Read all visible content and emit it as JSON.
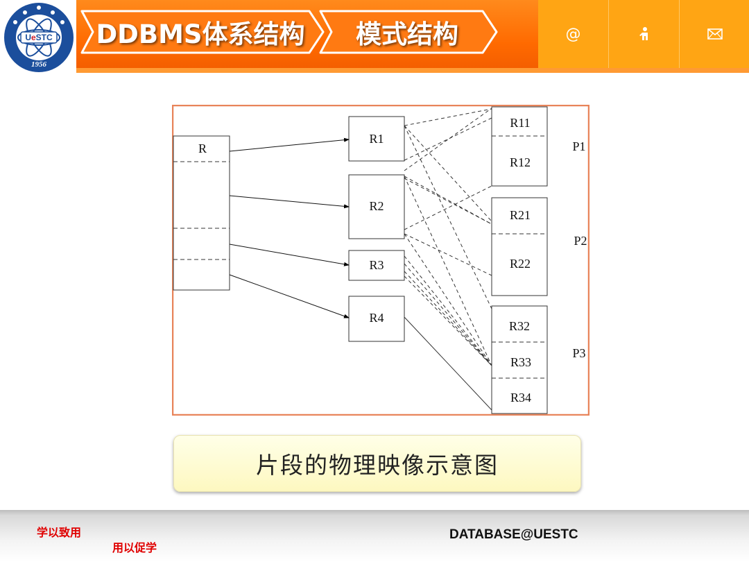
{
  "header": {
    "logo": {
      "text": "UESTC",
      "year": "1956"
    },
    "nav": [
      {
        "label": "DDBMS体系结构"
      },
      {
        "label": "模式结构"
      }
    ],
    "icons": [
      "at-icon",
      "person-icon",
      "mail-icon"
    ],
    "colors": {
      "band": "#ff6a00",
      "icon_panel": "#ffa514",
      "arrow_fill": "#ff7a12"
    }
  },
  "diagram": {
    "relation": "R",
    "fragments": [
      "R1",
      "R2",
      "R3",
      "R4"
    ],
    "physical_images": [
      "R11",
      "R12",
      "R21",
      "R22",
      "R32",
      "R33",
      "R34"
    ],
    "sites": [
      "P1",
      "P2",
      "P3"
    ],
    "border_color": "#e8845a"
  },
  "caption": "片段的物理映像示意图",
  "footer": {
    "motto_line1": "学以致用",
    "motto_line2": "用以促学",
    "brand": "DATABASE@UESTC"
  }
}
